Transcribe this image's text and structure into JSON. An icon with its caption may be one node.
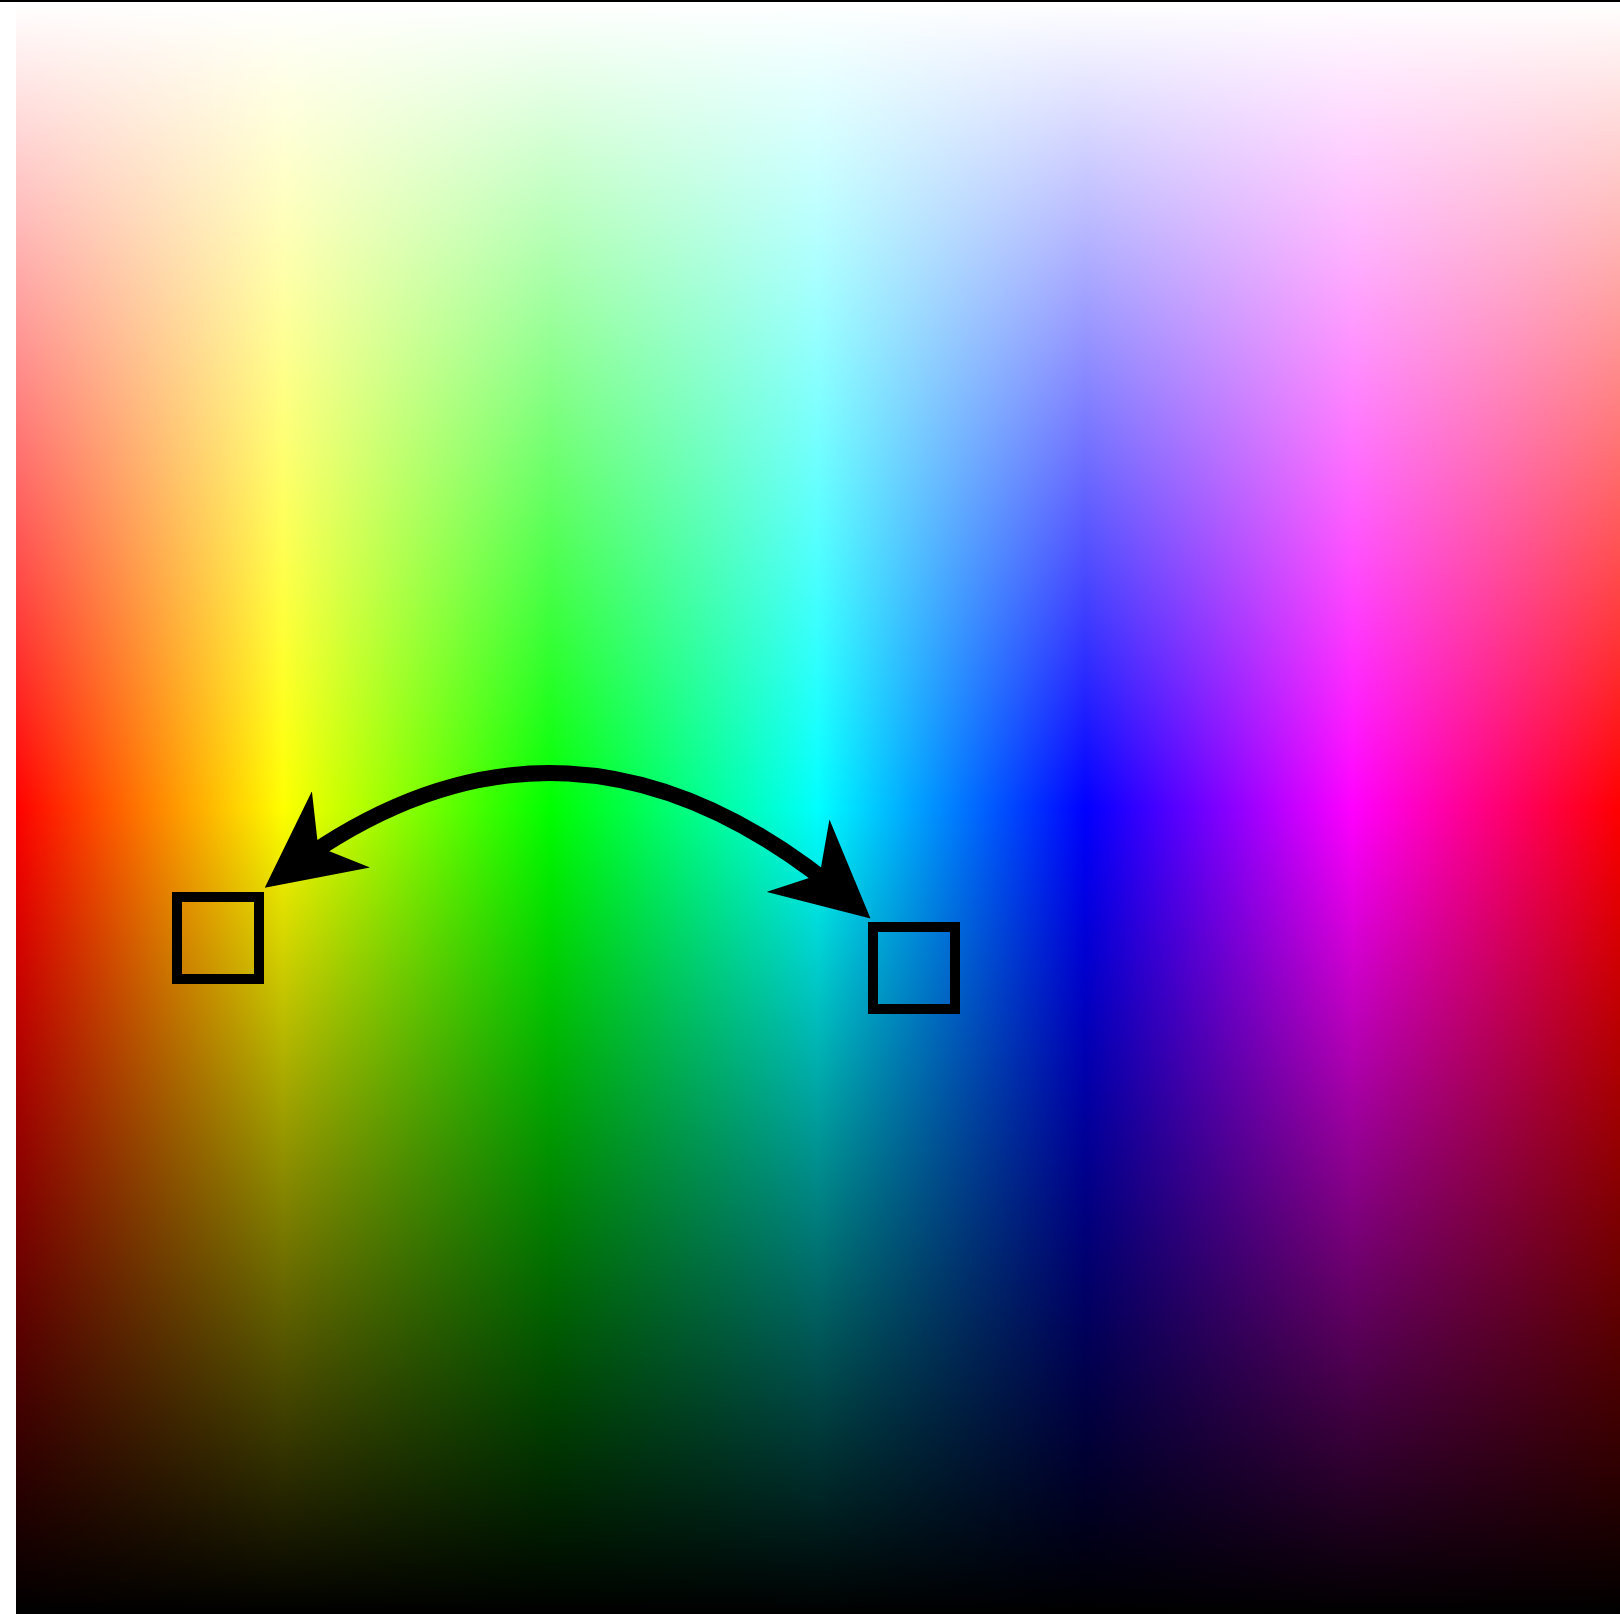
{
  "diagram": {
    "nodes": [
      {
        "text": [],
        "shape": "box"
      },
      {
        "text": [],
        "shape": "box"
      }
    ],
    "edges": [
      {
        "from": 0,
        "to": 1,
        "arrow": "both"
      }
    ]
  }
}
